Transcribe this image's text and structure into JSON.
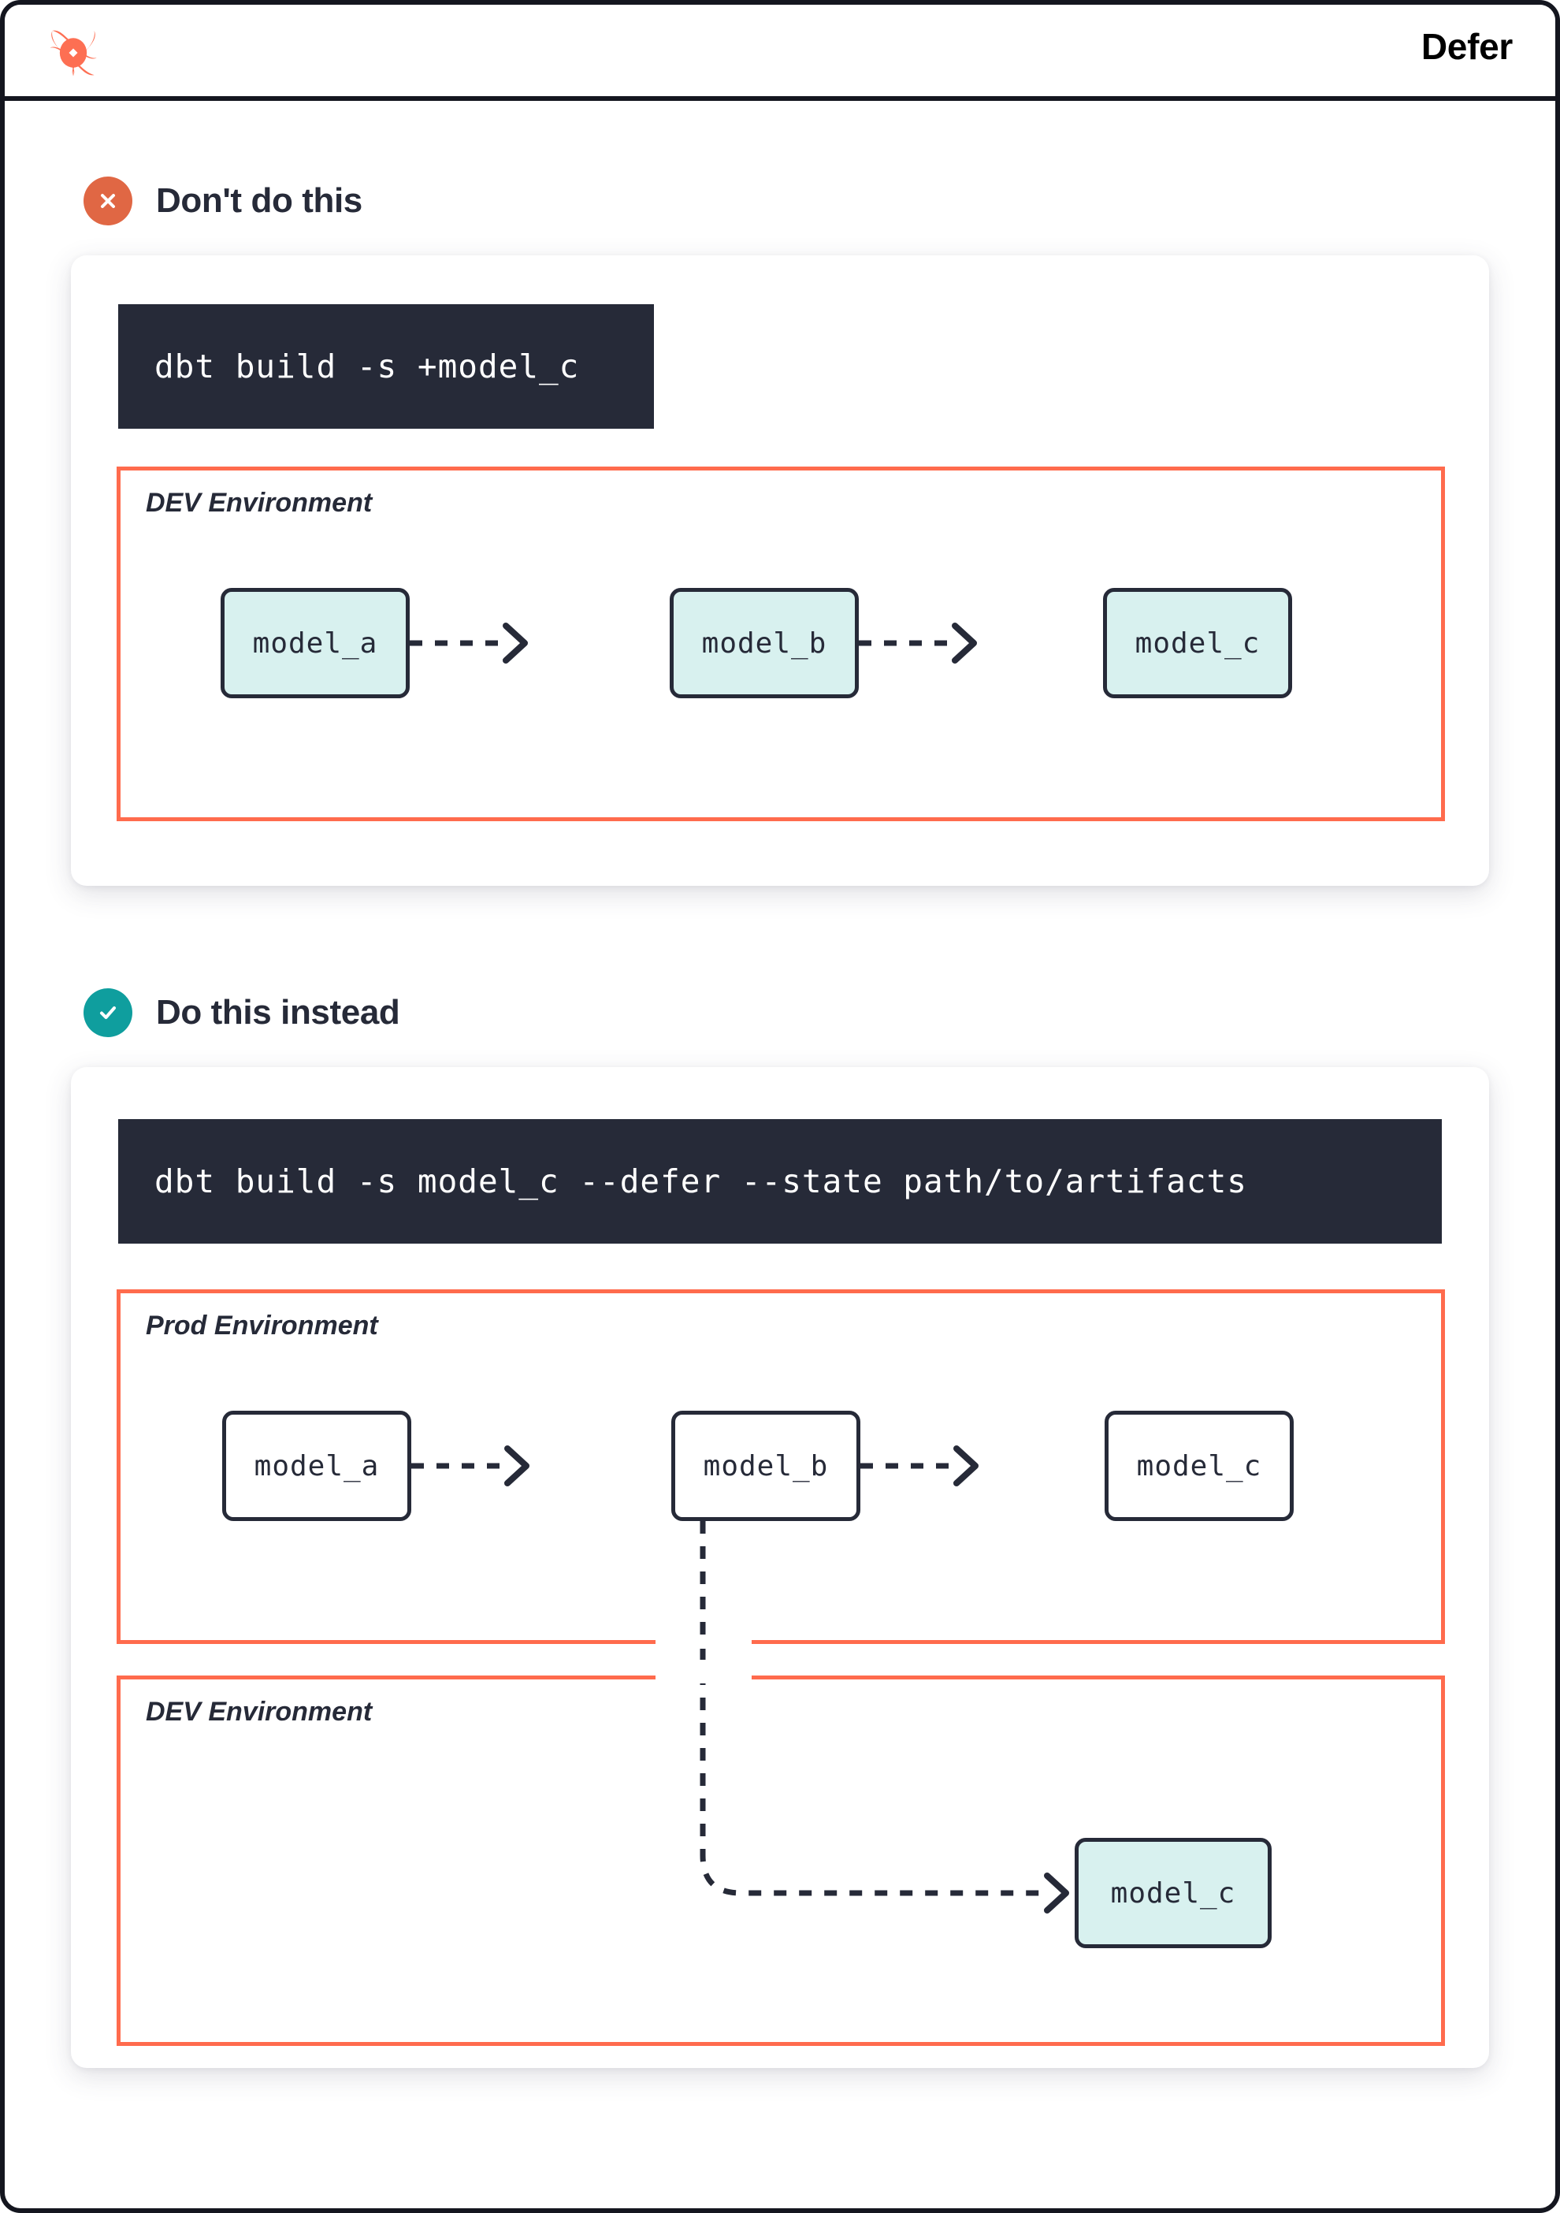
{
  "header": {
    "title": "Defer",
    "logo_icon": "dbt-logo-icon"
  },
  "sections": [
    {
      "id": "dont",
      "badge_icon": "x-circle-icon",
      "badge_color": "#e06744",
      "title": "Don't do this",
      "command": "dbt build -s +model_c",
      "environments": [
        {
          "label": "DEV Environment",
          "nodes": [
            {
              "label": "model_a",
              "style": "teal"
            },
            {
              "label": "model_b",
              "style": "teal"
            },
            {
              "label": "model_c",
              "style": "teal"
            }
          ]
        }
      ]
    },
    {
      "id": "do",
      "badge_icon": "check-circle-icon",
      "badge_color": "#0f9e9e",
      "title": "Do this instead",
      "command": "dbt build -s model_c --defer --state path/to/artifacts",
      "environments": [
        {
          "label": "Prod Environment",
          "nodes": [
            {
              "label": "model_a",
              "style": "plain"
            },
            {
              "label": "model_b",
              "style": "plain"
            },
            {
              "label": "model_c",
              "style": "plain"
            }
          ]
        },
        {
          "label": "DEV Environment",
          "nodes": [
            {
              "label": "model_c",
              "style": "teal"
            }
          ]
        }
      ]
    }
  ],
  "colors": {
    "accent_orange": "#ff6b4d",
    "dark_navy": "#262a38",
    "teal_fill": "#d8f1ef",
    "teal_badge": "#0f9e9e",
    "red_badge": "#e06744",
    "page_border": "#14161f"
  }
}
